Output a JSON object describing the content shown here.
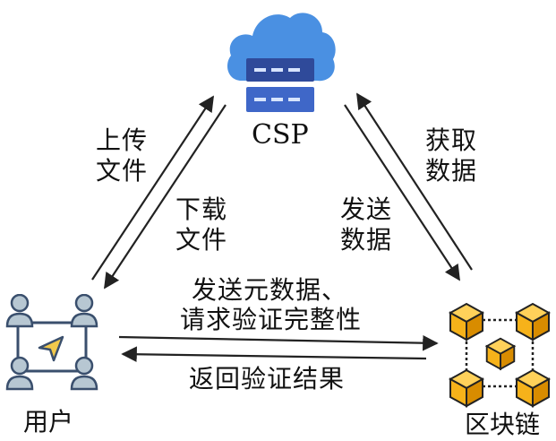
{
  "nodes": {
    "csp": {
      "label": "CSP"
    },
    "user": {
      "label": "用户"
    },
    "blockchain": {
      "label": "区块链"
    }
  },
  "edges": {
    "upload": {
      "line1": "上传",
      "line2": "文件"
    },
    "download": {
      "line1": "下载",
      "line2": "文件"
    },
    "fetch": {
      "line1": "获取",
      "line2": "数据"
    },
    "send": {
      "line1": "发送",
      "line2": "数据"
    },
    "request": {
      "line1": "发送元数据、",
      "line2": "请求验证完整性"
    },
    "result": {
      "line1": "返回验证结果"
    }
  },
  "colors": {
    "cloud": "#4a90e2",
    "server": "#2f4a9a",
    "server_light": "#3f67c8",
    "person_fill": "#b7c7d2",
    "person_stroke": "#3a4f6d",
    "cube_fill": "#f6b21a",
    "cube_dark": "#d88c00",
    "arrow": "#222222"
  },
  "icons": {
    "csp": "cloud-server-icon",
    "user": "user-group-icon",
    "blockchain": "blockchain-icon"
  }
}
